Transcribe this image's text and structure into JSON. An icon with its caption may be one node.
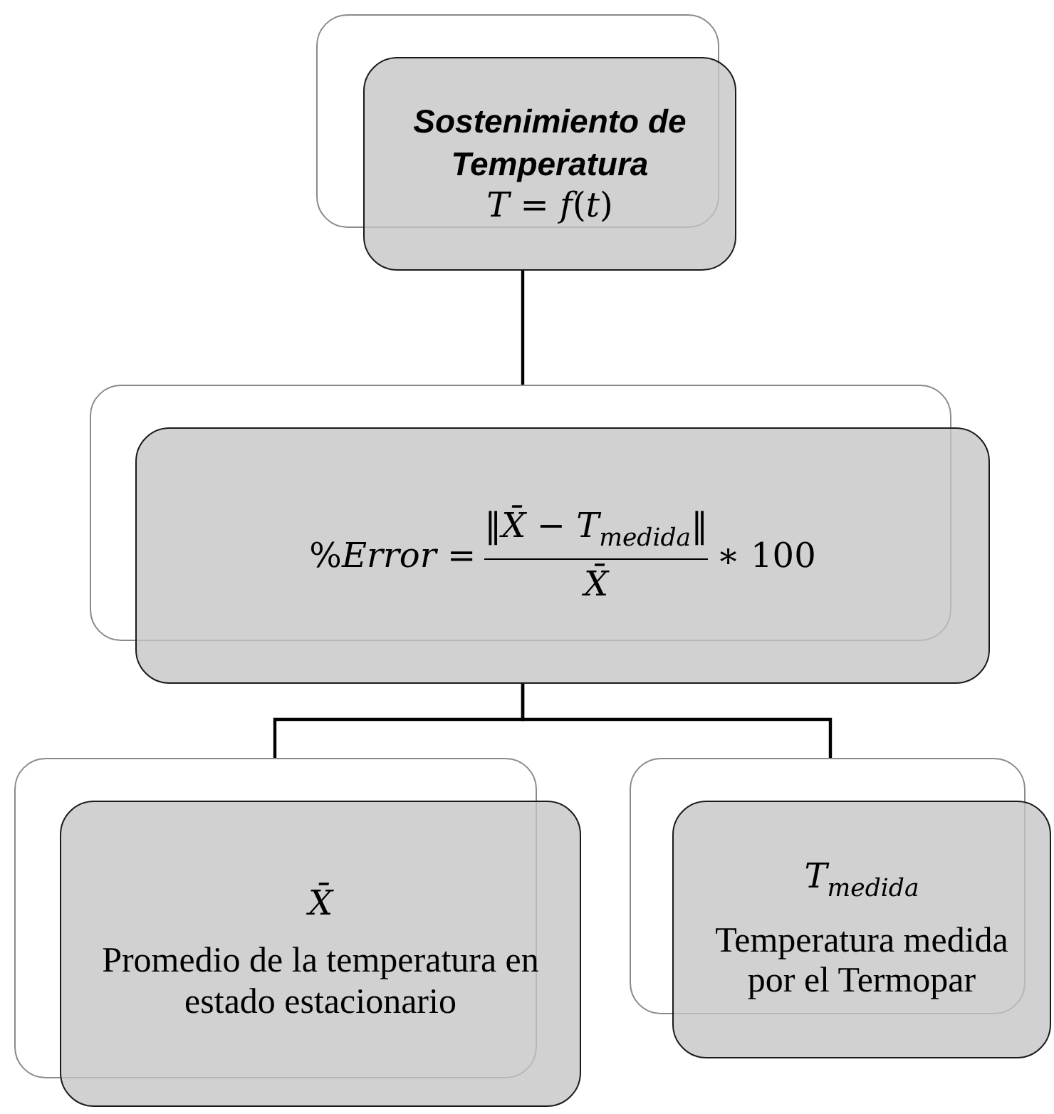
{
  "diagram": {
    "nodes": [
      {
        "text": [
          "Sostenimiento de Temperatura",
          "*T* = *f*(*t*)"
        ]
      },
      {
        "text": [
          "%*Error* =",
          "‖*X̄* − *T*$_{medida}$‖",
          "*X̄*",
          "∗ 100"
        ]
      },
      {
        "text": [
          "*X̄*",
          "Promedio de la temperatura en estado estacionario"
        ]
      },
      {
        "text": [
          "*T*$_{medida}$",
          "Temperatura medida por el Termopar"
        ]
      }
    ],
    "edges": [
      {
        "from": 0,
        "to": 1,
        "arrow": "none"
      },
      {
        "from": 1,
        "to": 2,
        "arrow": "none"
      },
      {
        "from": 1,
        "to": 3,
        "arrow": "none"
      }
    ]
  }
}
